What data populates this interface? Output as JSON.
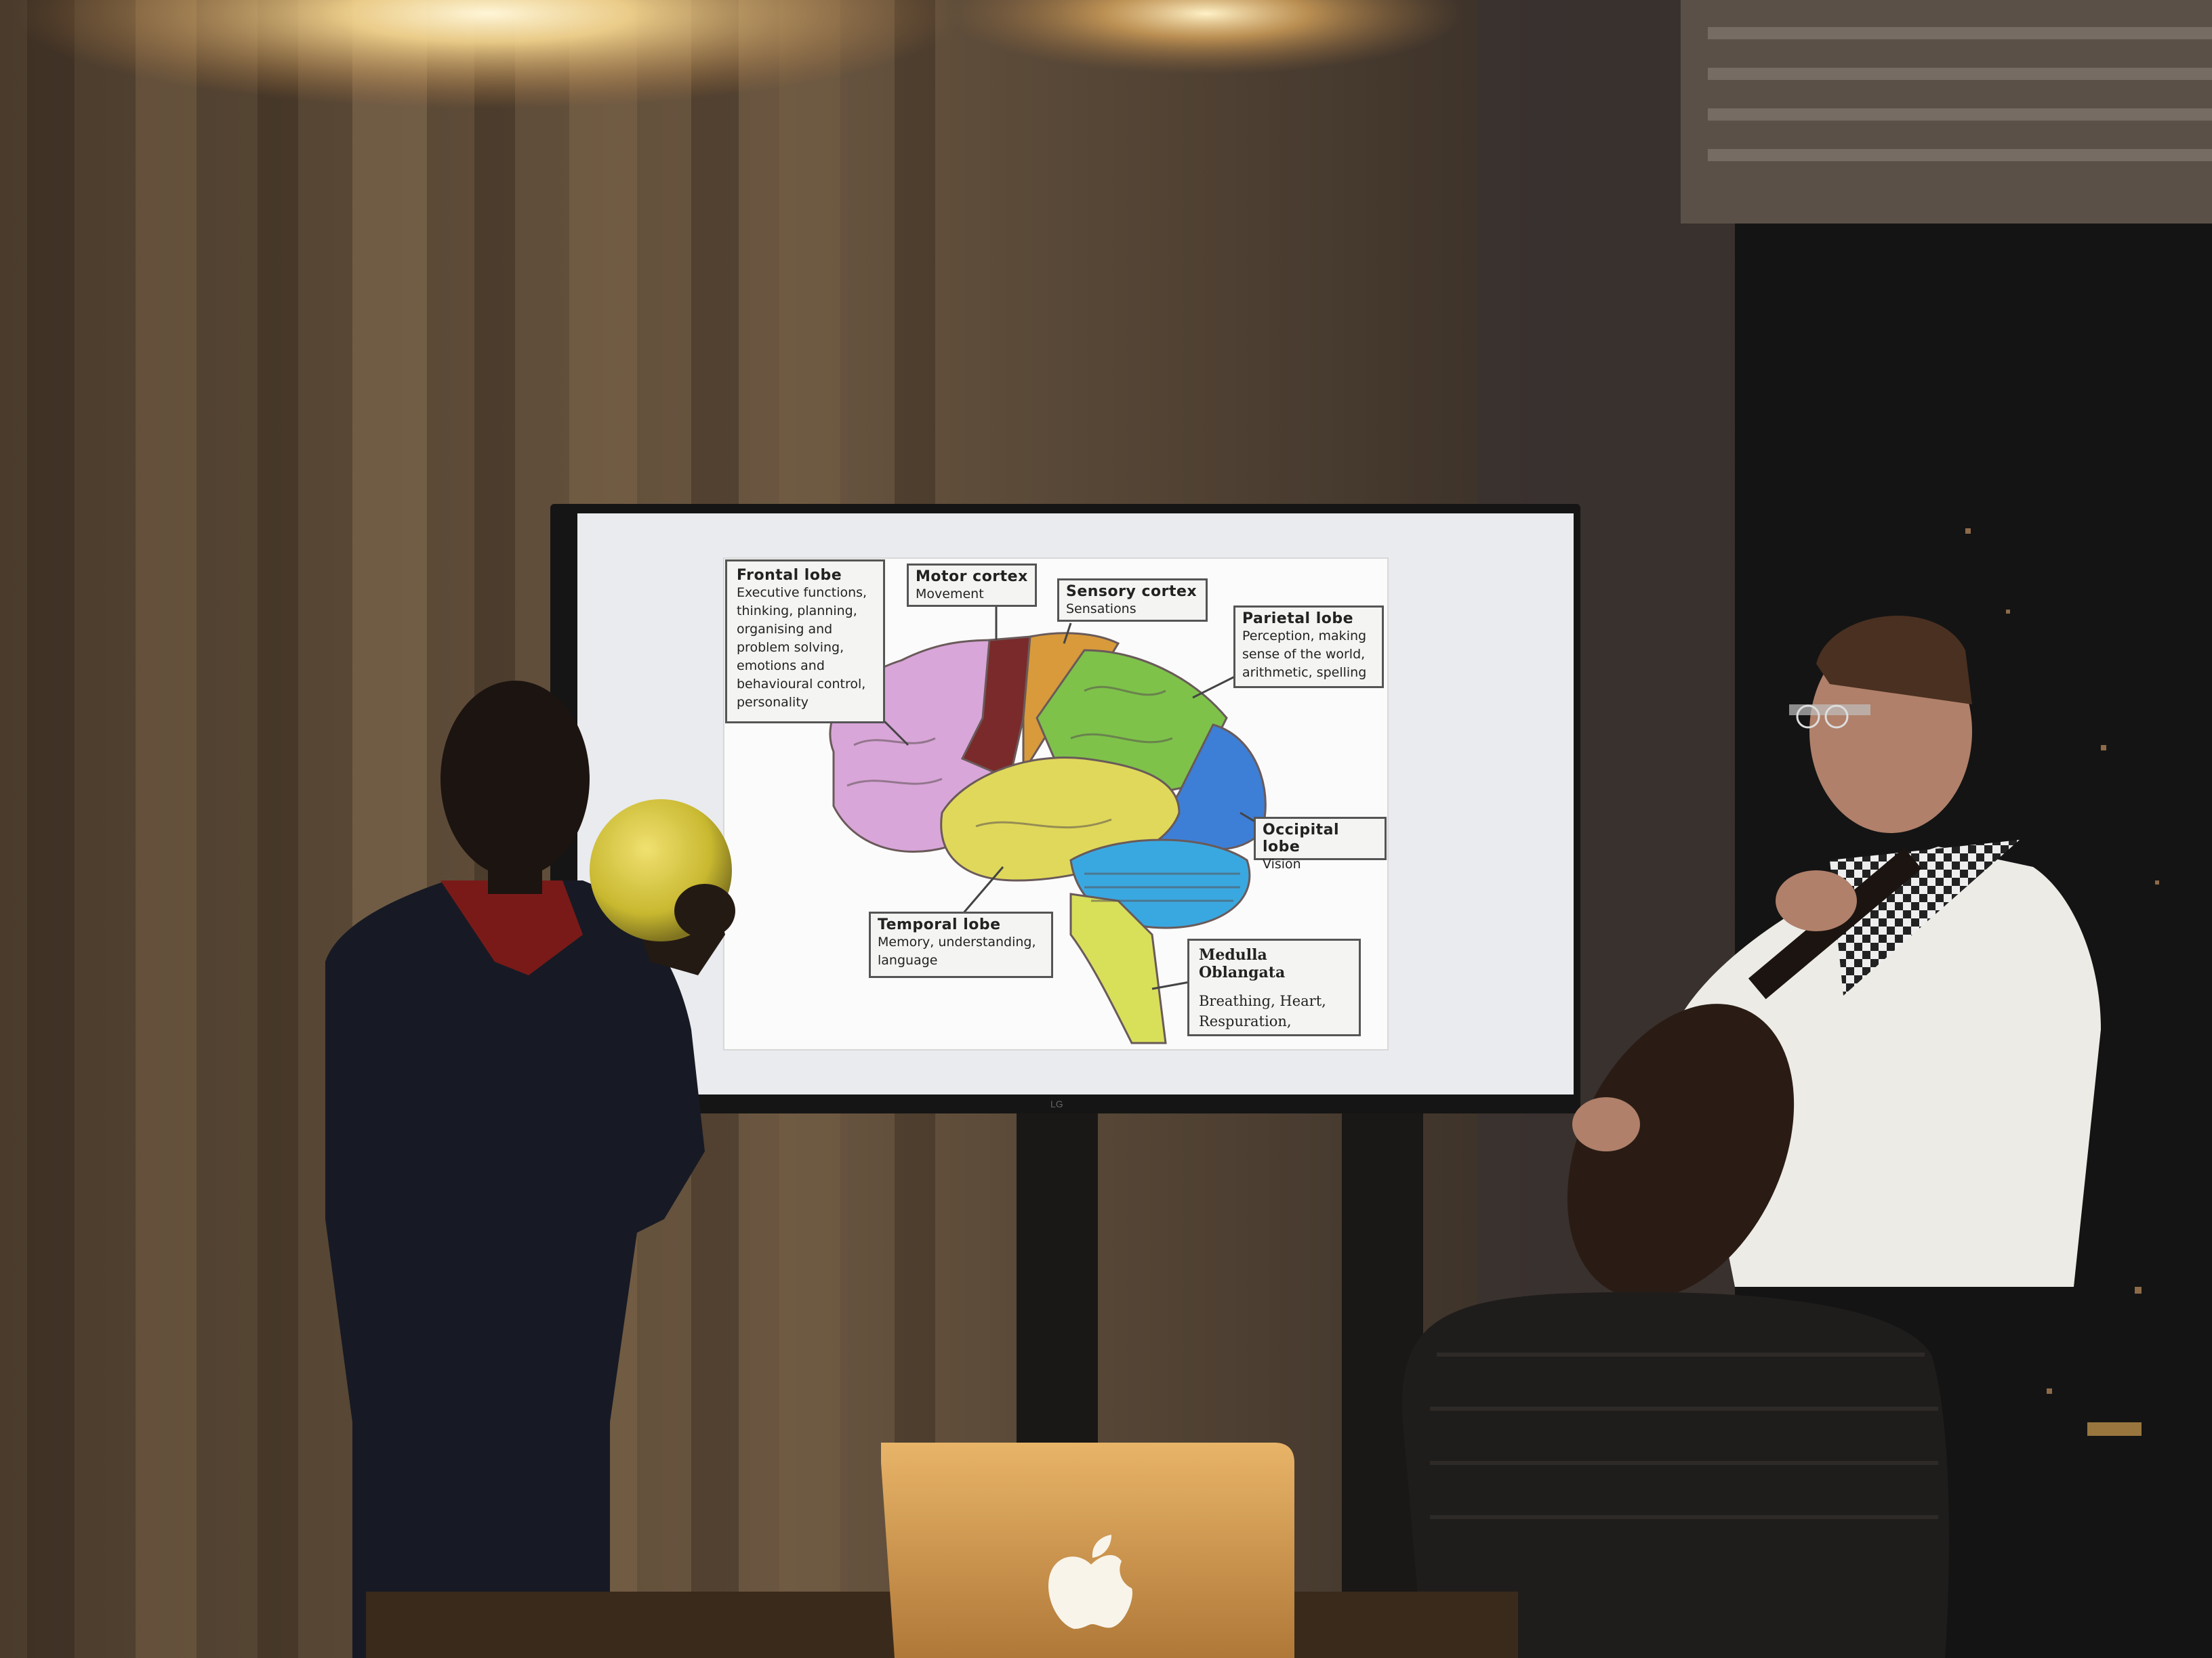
{
  "slide": {
    "frontal": {
      "title": "Frontal lobe",
      "desc": [
        "Executive functions,",
        "thinking, planning,",
        "organising and",
        "problem solving,",
        "emotions and",
        "behavioural control,",
        "personality"
      ]
    },
    "motor": {
      "title": "Motor cortex",
      "desc": [
        "Movement"
      ]
    },
    "sensory": {
      "title": "Sensory cortex",
      "desc": [
        "Sensations"
      ]
    },
    "parietal": {
      "title": "Parietal lobe",
      "desc": [
        "Perception, making",
        "sense of the world,",
        "arithmetic, spelling"
      ]
    },
    "occipital": {
      "title": "Occipital lobe",
      "desc": [
        "Vision"
      ]
    },
    "temporal": {
      "title": "Temporal lobe",
      "desc": [
        "Memory, understanding,",
        "language"
      ]
    },
    "medulla": {
      "title": "Medulla Oblangata",
      "desc": [
        "Breathing, Heart,",
        "Respuration,"
      ]
    }
  },
  "colors": {
    "frontal": "#d9a6d9",
    "motor": "#7a2a2a",
    "sensory": "#d89a3a",
    "parietal": "#7ec24a",
    "occipital": "#3d7fd6",
    "temporal": "#e0d85a",
    "cerebellum": "#3aa8e0",
    "brainstem": "#d8e05a",
    "ball": "#e0d040"
  },
  "tv": {
    "brand": "LG"
  }
}
